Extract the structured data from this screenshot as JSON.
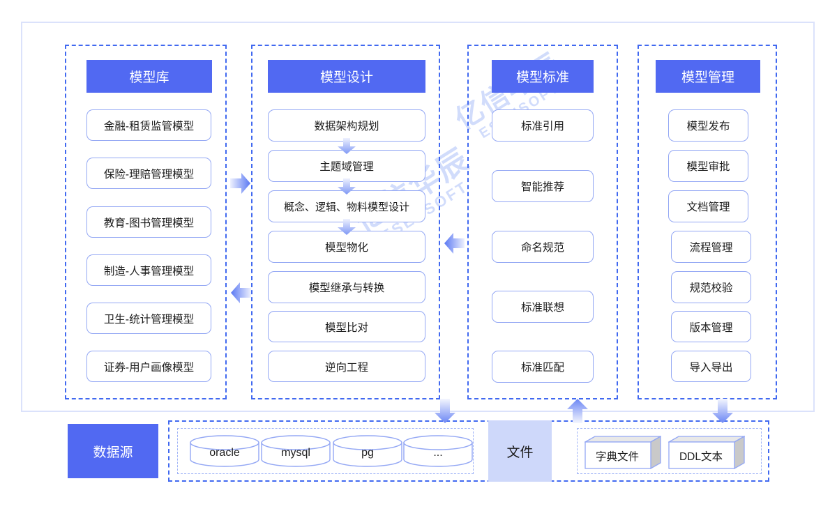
{
  "watermark": {
    "cn": "亿信华辰",
    "en": "ESENSOFT"
  },
  "columns": [
    {
      "id": "model-repository",
      "title": "模型库",
      "items": [
        "金融-租赁监管模型",
        "保险-理赔管理模型",
        "教育-图书管理模型",
        "制造-人事管理模型",
        "卫生-统计管理模型",
        "证券-用户画像模型"
      ]
    },
    {
      "id": "model-design",
      "title": "模型设计",
      "items": [
        "数据架构规划",
        "主题域管理",
        "概念、逻辑、物料模型设计",
        "模型物化",
        "模型继承与转换",
        "模型比对",
        "逆向工程"
      ]
    },
    {
      "id": "model-standard",
      "title": "模型标准",
      "items": [
        "标准引用",
        "智能推荐",
        "命名规范",
        "标准联想",
        "标准匹配"
      ]
    },
    {
      "id": "model-management",
      "title": "模型管理",
      "items": [
        "模型发布",
        "模型审批",
        "文档管理",
        "流程管理",
        "规范校验",
        "版本管理",
        "导入导出"
      ]
    }
  ],
  "bottom": {
    "datasource_label": "数据源",
    "file_label": "文件",
    "databases": [
      "oracle",
      "mysql",
      "pg",
      "..."
    ],
    "files": [
      "字典文件",
      "DDL文本"
    ]
  },
  "colors": {
    "brand_blue": "#5169f2",
    "dash_blue": "#4169f0",
    "node_border": "#93a7f4",
    "panel_border": "#dbe2fb",
    "file_badge": "#ced8fa",
    "watermark": "#c9d6fb"
  },
  "arrows": {
    "repo_to_design": "right",
    "design_to_repo": "left",
    "standard_to_design": "left",
    "design_to_source": "down",
    "source_to_standard": "up",
    "source_to_management": "down",
    "design_flow": "down"
  }
}
